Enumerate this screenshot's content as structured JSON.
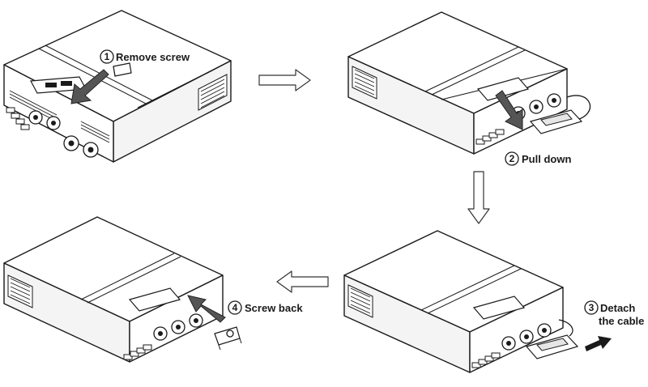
{
  "steps": [
    {
      "number": "1",
      "label": "Remove screw"
    },
    {
      "number": "2",
      "label": "Pull down"
    },
    {
      "number": "3",
      "label_line1": "Detach",
      "label_line2": "the cable"
    },
    {
      "number": "4",
      "label": "Screw back"
    }
  ],
  "icons": {
    "flow_right": "arrow-right-icon",
    "flow_down": "arrow-down-icon",
    "flow_left": "arrow-left-icon",
    "action": "pointer-arrow-icon"
  },
  "colors": {
    "line": "#1a1a1a",
    "action_arrow": "#555555",
    "background": "#ffffff"
  }
}
